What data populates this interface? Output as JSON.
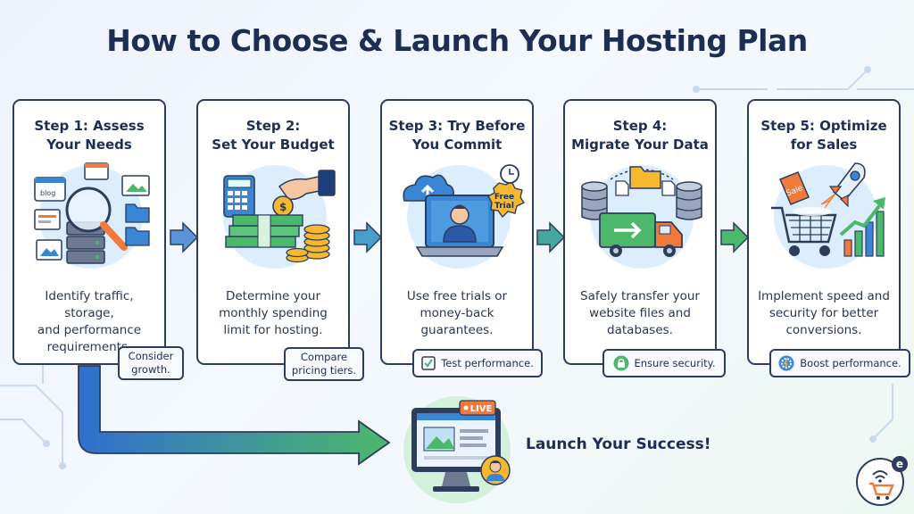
{
  "title": "How to Choose & Launch Your Hosting Plan",
  "steps": [
    {
      "title_lines": [
        "Step 1: Assess",
        "Your Needs"
      ],
      "desc_lines": [
        "Identify traffic, storage,",
        "and performance",
        "requirements."
      ],
      "callout_lines": [
        "Consider",
        "growth."
      ],
      "illustration_icons": [
        "browser-window-icon",
        "magnifier-icon",
        "server-rack-icon",
        "folder-icon"
      ],
      "illustration_text": "blog"
    },
    {
      "title_lines": [
        "Step 2:",
        "Set Your Budget"
      ],
      "desc_lines": [
        "Determine your",
        "monthly spending",
        "limit for hosting."
      ],
      "callout_lines": [
        "Compare",
        "pricing tiers."
      ],
      "illustration_icons": [
        "calculator-icon",
        "cash-stack-icon",
        "coin-icon",
        "hand-icon"
      ]
    },
    {
      "title_lines": [
        "Step 3: Try Before",
        "You Commit"
      ],
      "desc_lines": [
        "Use free trials or",
        "money-back",
        "guarantees."
      ],
      "callout_lines": [
        "Test performance."
      ],
      "callout_icon": "checkbox-icon",
      "illustration_icons": [
        "laptop-icon",
        "user-icon",
        "cloud-upload-icon",
        "clock-icon"
      ],
      "badge_lines": [
        "Free",
        "Trial"
      ]
    },
    {
      "title_lines": [
        "Step 4:",
        "Migrate Your Data"
      ],
      "desc_lines": [
        "Safely transfer your",
        "website files and",
        "databases."
      ],
      "callout_lines": [
        "Ensure security."
      ],
      "callout_icon": "lock-icon",
      "illustration_icons": [
        "database-icon",
        "folder-icon",
        "truck-icon",
        "document-icon"
      ]
    },
    {
      "title_lines": [
        "Step 5: Optimize",
        "for Sales"
      ],
      "desc_lines": [
        "Implement speed and",
        "security for better",
        "conversions."
      ],
      "callout_lines": [
        "Boost performance."
      ],
      "callout_icon": "gear-icon",
      "illustration_icons": [
        "shopping-cart-icon",
        "rocket-icon",
        "growth-chart-icon",
        "sale-tag-icon"
      ],
      "tag_text": "Sale"
    }
  ],
  "launch": {
    "text": "Launch Your Success!",
    "live_badge": "LIVE",
    "icons": [
      "monitor-icon",
      "user-avatar-icon"
    ]
  },
  "logo_icon": "cart-wifi-logo",
  "logo_letter": "e",
  "colors": {
    "title": "#1c2e54",
    "outline": "#2d3d5c",
    "accent_blue": "#3a86d4",
    "accent_green": "#4cb86b",
    "orange": "#f07a3c"
  }
}
